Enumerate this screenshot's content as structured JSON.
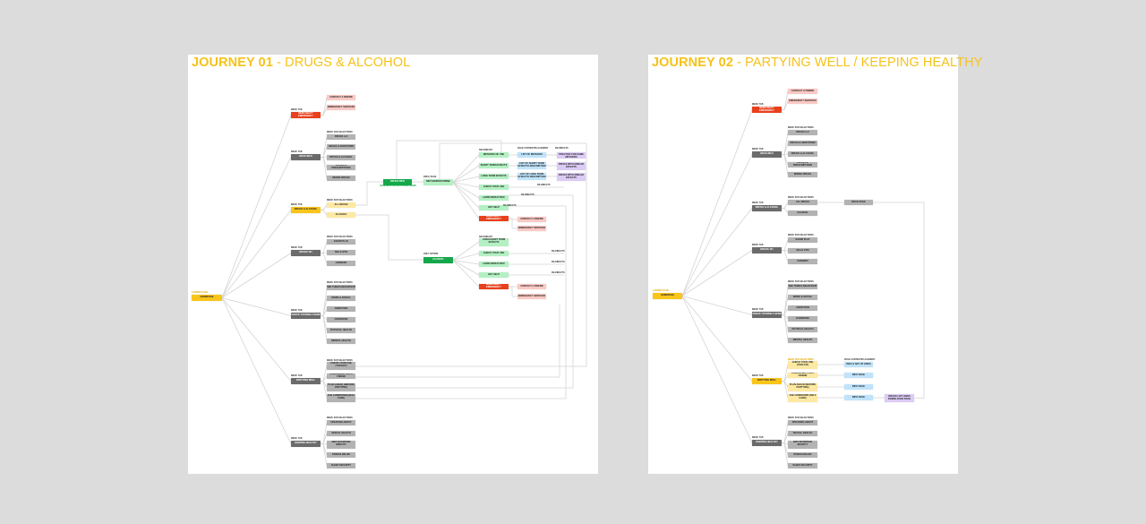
{
  "palette": {
    "background": "#dcdcdc",
    "title": "#f6c21a",
    "red": "#e8401c",
    "pink": "#fbc9c4",
    "dark": "#6b6b6b",
    "gray": "#b3b3b3",
    "yellow": "#f9c51b",
    "light_yellow": "#fde9a3",
    "green": "#14a84a",
    "light_green": "#b3f0c3",
    "blue": "#bfe3fb",
    "purple": "#dccbf5"
  },
  "journey1": {
    "title_bold": "JOURNEY 01",
    "title_rest": " - DRUGS & ALCOHOL",
    "root": {
      "caption": "LANDING PAGE",
      "label": "HOMEPAGE"
    },
    "tabs": [
      {
        "caption": "MENU TAB",
        "label": "NEED HELP? EMERGENCY",
        "type": "red",
        "children_caption": "",
        "child_type": "pink",
        "children": [
          "CONTACT A FRIEND",
          "EMERGENCY SERVICES"
        ]
      },
      {
        "caption": "MENU TAB",
        "label": "DRUG INFO",
        "type": "dark",
        "children_caption": "MENU SUB SELECTIONS",
        "child_type": "gray",
        "children": [
          "DRUGS A-Z",
          "DRUGS & SEROTONIN",
          "DRUGS & ALCOHOL",
          "DRUGS & PRESCRIPTIONS",
          "MIXING DRUGS"
        ]
      },
      {
        "caption": "MENU TAB",
        "label": "DRUGS & ALCOHOL",
        "type": "yellow",
        "children_caption": "MENU SUB SELECTIONS",
        "child_type": "lyellow",
        "children": [
          "ALL DRUGS",
          "ALCOHOL"
        ]
      },
      {
        "caption": "MENU TAB",
        "label": "DRUGS 101",
        "type": "dark",
        "children_caption": "MENU SUB SELECTIONS",
        "child_type": "gray",
        "children": [
          "SAFER PLAY",
          "SEX & STIS",
          "CONSENT"
        ]
      },
      {
        "caption": "MENU TAB",
        "label": "CHECK YOURSELF HERE",
        "type": "dark",
        "children_caption": "MENU SUB SELECTIONS",
        "child_type": "gray",
        "children": [
          "SEE THINGS BEHAVIOUR",
          "WORK & SOCIAL",
          "ADDICTION",
          "OVERDOSE",
          "PHYSICAL HEALTH",
          "MENTAL HEALTH"
        ]
      },
      {
        "caption": "MENU TAB",
        "label": "PARTYING WELL",
        "type": "dark",
        "children_caption": "MENU SUB SELECTIONS",
        "child_type": "gray",
        "children": [
          "CHECK YOUR USE (TOOLKIT)",
          "CONCERNED FOR A FRIEND",
          "PLAN AHEAD (BEFORE PARTYING)",
          "THE COMEDOWN (SELF CARE)"
        ]
      },
      {
        "caption": "MENU TAB",
        "label": "KEEPING HEALTHY",
        "type": "dark",
        "children_caption": "MENU SUB SELECTIONS",
        "child_type": "gray",
        "children": [
          "SPEAKING ABOUT",
          "SEXUAL HEALTH",
          "DIET NUTRITION IDENTITY",
          "STRESS RELIEF",
          "SLEEP SECURITY"
        ]
      }
    ],
    "drug_info": {
      "label": "DRUGS INFO",
      "note": "AVAILABLE ON ALL DRUGS PAGES"
    },
    "drug_page": {
      "caption": "DRUG PAGE",
      "label": "METHAMPHETAMINE",
      "sections_caption": "SECONDARY",
      "sections": [
        "METHODS OF USE",
        "SHORT TERM EFFECTS",
        "LONG TERM EFFECTS",
        "CHECK YOUR USE",
        "HARM REDUCTION",
        "GET HELP"
      ],
      "emergency": {
        "label": "NEED HELP? EMERGENCY",
        "children": [
          "CONTACT A FRIEND",
          "EMERGENCY SERVICES"
        ]
      },
      "content_caption": "PAGE CONTENT/PLACEMENT",
      "content": [
        "LIST OF METHODS",
        "LIST OF SHORT TERM EFFECTS/ DESCRIPTION",
        "LIST OF LONG TERM EFFECTS/ DESCRIPTION"
      ],
      "redirects_caption": "RE-DIRECTS",
      "redirects": [
        "LINKS TO SPECIFIC PRACTICE FOR SAME METHODS",
        "DRUGS WITH SIMILAR EFFECTS",
        "DRUGS WITH SIMILAR EFFECTS"
      ],
      "redirect_note": "RE-DIRECTS"
    },
    "alcohol_page": {
      "caption": "ONLY OPTION",
      "label": "ALCOHOL",
      "sections_caption": "SECONDARY",
      "sections": [
        "LONG/SHORT TERM EFFECTS",
        "CHECK YOUR USE",
        "HARM REDUCTION",
        "GET HELP"
      ],
      "emergency": {
        "label": "NEED HELP? EMERGENCY",
        "children": [
          "CONTACT A FRIEND",
          "EMERGENCY SERVICES"
        ]
      },
      "redirect_note": "RE-DIRECTS"
    }
  },
  "journey2": {
    "title_bold": "JOURNEY 02",
    "title_rest": " - PARTYING WELL / KEEPING HEALTHY",
    "root": {
      "caption": "LANDING PAGE",
      "label": "HOMEPAGE"
    },
    "tabs": [
      {
        "caption": "MENU TAB",
        "label": "NEED HELP? EMERGENCY",
        "type": "red",
        "children_caption": "",
        "child_type": "pink",
        "children": [
          "CONTACT A FRIEND",
          "EMERGENCY SERVICES"
        ]
      },
      {
        "caption": "MENU TAB",
        "label": "DRUG INFO",
        "type": "dark",
        "children_caption": "MENU SUB SELECTIONS",
        "child_type": "gray",
        "children": [
          "DRUGS A-Z",
          "DRUGS & SEROTONIN",
          "DRUGS & ALCOHOL",
          "DRUGS & PRESCRIPTIONS",
          "MIXING DRUGS"
        ]
      },
      {
        "caption": "MENU TAB",
        "label": "DRUGS & ALCOHOL",
        "type": "dark",
        "children_caption": "MENU SUB SELECTIONS",
        "child_type": "gray",
        "children": [
          "ALL DRUGS",
          "ALCOHOL"
        ]
      },
      {
        "caption": "MENU TAB",
        "label": "DRUGS 101",
        "type": "dark",
        "children_caption": "MENU SUB SELECTIONS",
        "child_type": "gray",
        "children": [
          "SAFER PLAY",
          "SEX & STIS",
          "CONSENT"
        ]
      },
      {
        "caption": "MENU TAB",
        "label": "CHECK YOURSELF HERE",
        "type": "dark",
        "children_caption": "MENU SUB SELECTIONS",
        "child_type": "gray",
        "children": [
          "SEE THINGS BEHAVIOUR",
          "WORK & SOCIAL",
          "ADDICTION",
          "OVERDOSE",
          "PHYSICAL HEALTH",
          "MENTAL HEALTH"
        ]
      },
      {
        "caption": "MENU TAB",
        "label": "PARTYING WELL",
        "type": "yellow",
        "children_caption": "MENU SUB SELECTIONS",
        "child_type": "lyellow",
        "children": [
          "CHECK YOUR USE (TOOLKIT)",
          "CONCERNED FOR A FRIEND",
          "PLAN AHEAD (BEFORE PARTYING)",
          "THE COMEDOWN (SELF CARE)"
        ]
      },
      {
        "caption": "MENU TAB",
        "label": "KEEPING HEALTHY",
        "type": "dark",
        "children_caption": "MENU SUB SELECTIONS",
        "child_type": "gray",
        "children": [
          "SPEAKING ABOUT",
          "SEXUAL HEALTH",
          "DIET NUTRITION IDENTITY",
          "STRESS RELIEF",
          "SLEEP SECURITY"
        ]
      }
    ],
    "drug_page": {
      "label": "DRUG PAGE"
    },
    "content_caption": "PAGE CONTENT/PLACEMENT",
    "content": [
      "INFO & SET UP LINKS",
      "INFO PAGE",
      "INFO PAGE",
      "INFO PAGE"
    ],
    "downloads": {
      "label": "DRUGS LIST LINKS DOWNLOADS PAGE"
    }
  }
}
